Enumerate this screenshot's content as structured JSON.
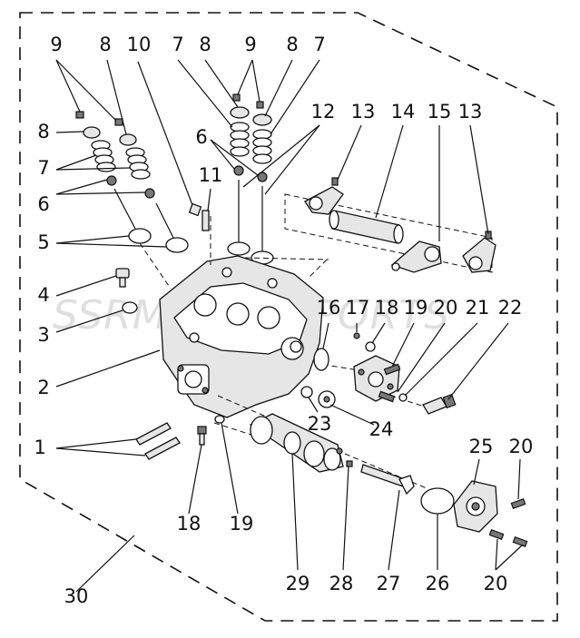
{
  "watermark": "SSRMOTORSPORTS",
  "callouts": {
    "c1": "1",
    "c2": "2",
    "c3": "3",
    "c4": "4",
    "c5": "5",
    "c6a": "6",
    "c6b": "6",
    "c7a": "7",
    "c7b": "7",
    "c7c": "7",
    "c8a": "8",
    "c8b": "8",
    "c8c": "8",
    "c8d": "8",
    "c9a": "9",
    "c9b": "9",
    "c10": "10",
    "c11": "11",
    "c12": "12",
    "c13a": "13",
    "c13b": "13",
    "c14": "14",
    "c15": "15",
    "c16": "16",
    "c17": "17",
    "c18a": "18",
    "c18b": "18",
    "c19a": "19",
    "c19b": "19",
    "c20a": "20",
    "c20b": "20",
    "c20c": "20",
    "c21": "21",
    "c22": "22",
    "c23": "23",
    "c24": "24",
    "c25": "25",
    "c26": "26",
    "c27": "27",
    "c28": "28",
    "c29": "29",
    "c30": "30"
  }
}
